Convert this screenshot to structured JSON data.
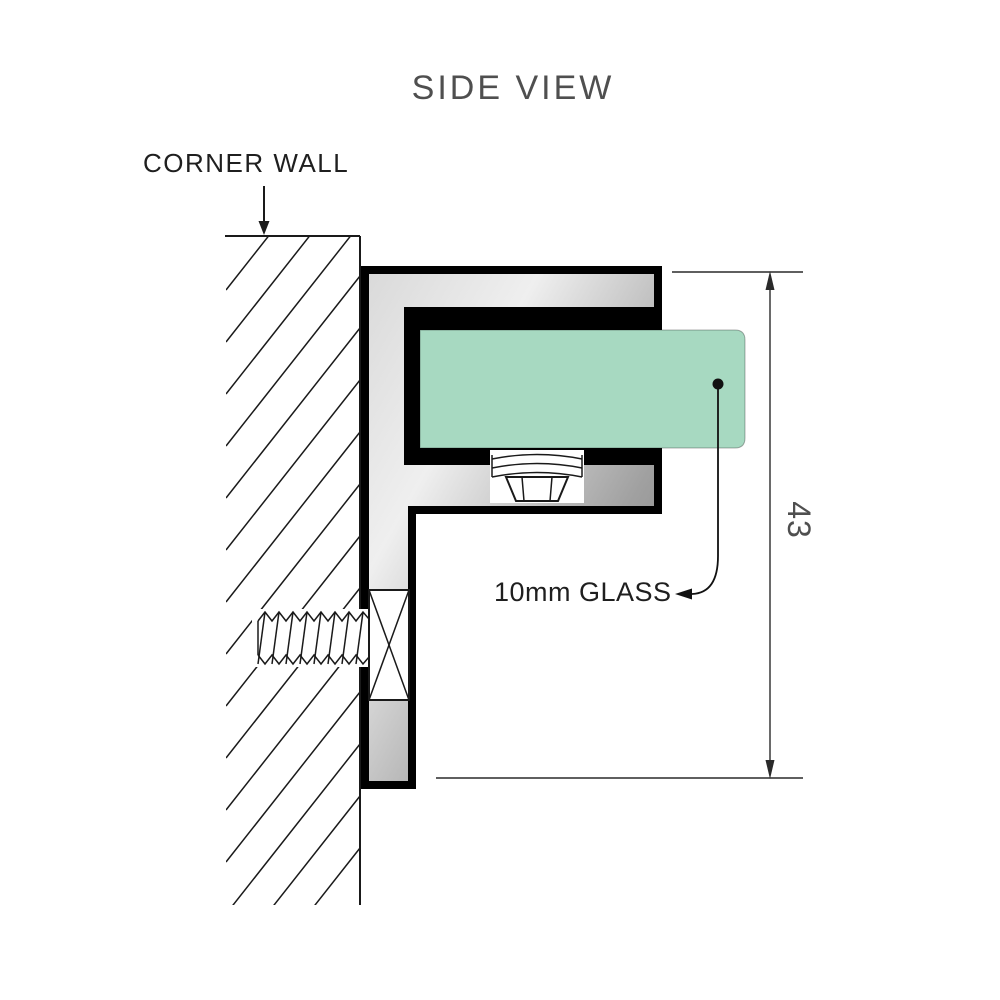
{
  "page": {
    "background": "#ffffff"
  },
  "diagram": {
    "title": "SIDE VIEW",
    "labels": {
      "corner_wall": "CORNER WALL",
      "glass": "10mm GLASS",
      "dimension_height": "43"
    },
    "colors": {
      "glass_fill": "#a7d9c1",
      "metal_light": "#d9d9d9",
      "metal_dark": "#787878",
      "outline": "#000000",
      "muted_text": "#4f4f4f",
      "dark_text": "#1f1f1f"
    }
  }
}
